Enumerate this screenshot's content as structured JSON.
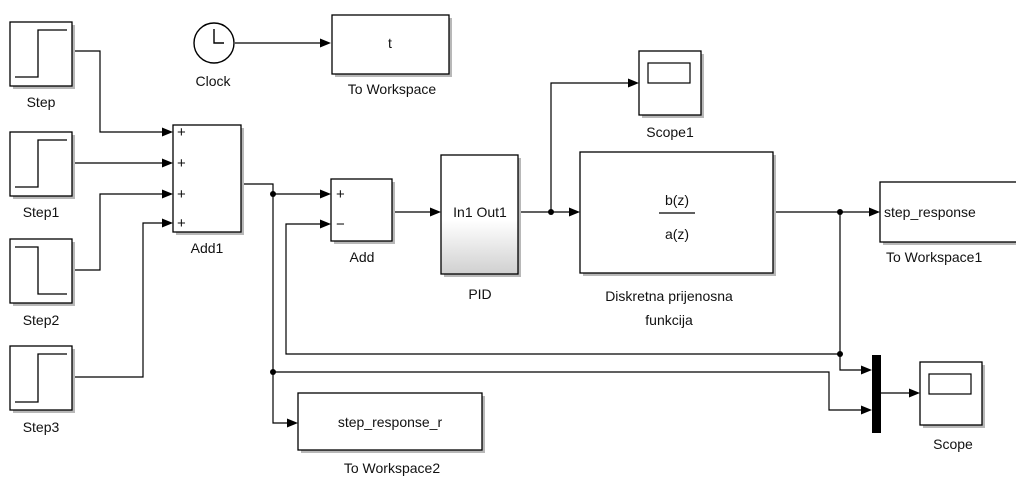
{
  "blocks": {
    "step": {
      "label": "Step"
    },
    "step1": {
      "label": "Step1"
    },
    "step2": {
      "label": "Step2"
    },
    "step3": {
      "label": "Step3"
    },
    "clock": {
      "label": "Clock"
    },
    "to_workspace_t": {
      "label": "To Workspace",
      "var": "t"
    },
    "add1": {
      "label": "Add1",
      "signs": [
        "+",
        "+",
        "+",
        "+"
      ]
    },
    "add": {
      "label": "Add",
      "signs": [
        "+",
        "−"
      ]
    },
    "pid": {
      "label": "PID",
      "ports": "In1 Out1"
    },
    "scope1": {
      "label": "Scope1"
    },
    "tf": {
      "label_line1": "Diskretna prijenosna",
      "label_line2": "funkcija",
      "numerator": "b(z)",
      "denominator": "a(z)"
    },
    "to_workspace1": {
      "label": "To Workspace1",
      "var": "step_response"
    },
    "to_workspace2": {
      "label": "To Workspace2",
      "var": "step_response_r"
    },
    "scope": {
      "label": "Scope"
    }
  }
}
